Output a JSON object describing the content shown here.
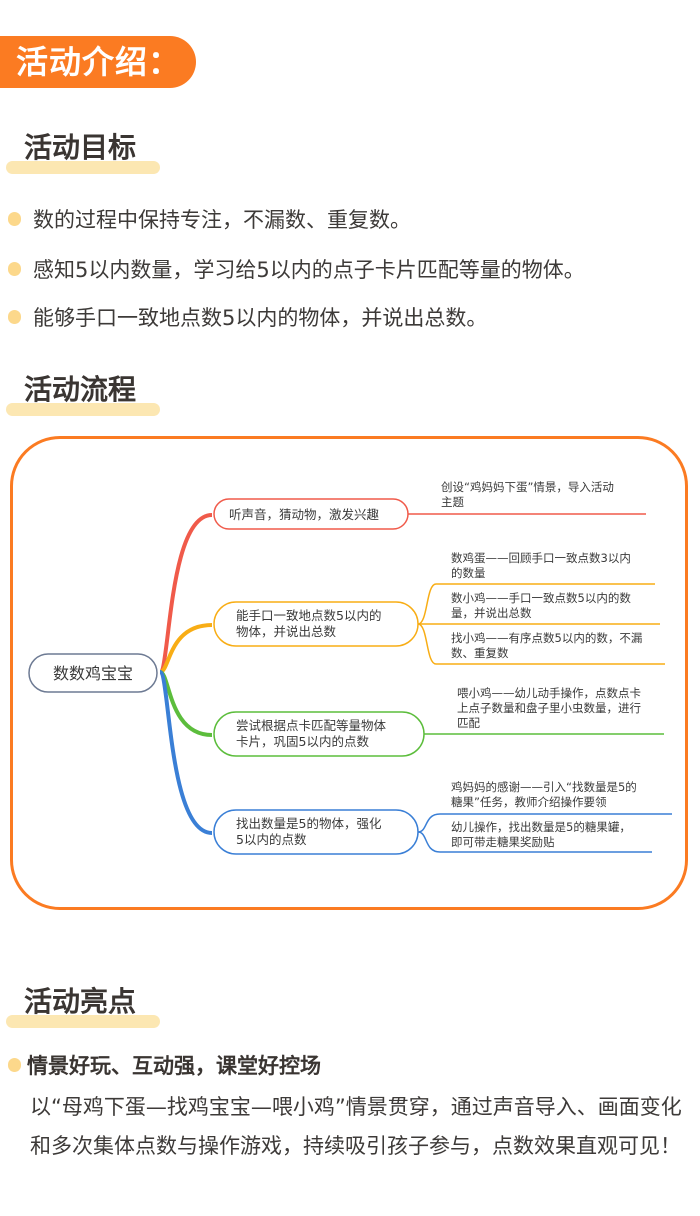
{
  "banner": {
    "title": "活动介绍："
  },
  "sections": {
    "goals": {
      "title": "活动目标",
      "items": [
        "数的过程中保持专注，不漏数、重复数。",
        "感知5以内数量，学习给5以内的点子卡片匹配等量的物体。",
        "能够手口一致地点数5以内的物体，并说出总数。"
      ]
    },
    "flow": {
      "title": "活动流程",
      "mindmap": {
        "root": "数数鸡宝宝",
        "branches": [
          {
            "color": "#f05a4a",
            "label_lines": [
              "听声音，猜动物，激发兴趣"
            ],
            "leaves": [
              {
                "lines": [
                  "创设“鸡妈妈下蛋”情景，导入活动",
                  "主题"
                ]
              }
            ]
          },
          {
            "color": "#f8ad15",
            "label_lines": [
              "能手口一致地点数5以内的",
              "物体，并说出总数"
            ],
            "leaves": [
              {
                "lines": [
                  "数鸡蛋——回顾手口一致点数3以内",
                  "的数量"
                ]
              },
              {
                "lines": [
                  "数小鸡——手口一致点数5以内的数",
                  "量，并说出总数"
                ]
              },
              {
                "lines": [
                  "找小鸡——有序点数5以内的数，不漏",
                  "数、重复数"
                ]
              }
            ]
          },
          {
            "color": "#5cbd3c",
            "label_lines": [
              "尝试根据点卡匹配等量物体",
              "卡片，巩固5以内的点数"
            ],
            "leaves": [
              {
                "lines": [
                  "喂小鸡——幼儿动手操作，点数点卡",
                  "上点子数量和盘子里小虫数量，进行",
                  "匹配"
                ]
              }
            ]
          },
          {
            "color": "#3a7fd6",
            "label_lines": [
              "找出数量是5的物体，强化",
              "5以内的点数"
            ],
            "leaves": [
              {
                "lines": [
                  "鸡妈妈的感谢——引入“找数量是5的",
                  "糖果”任务，教师介绍操作要领"
                ]
              },
              {
                "lines": [
                  "幼儿操作，找出数量是5的糖果罐，",
                  "即可带走糖果奖励贴"
                ]
              }
            ]
          }
        ]
      }
    },
    "highlights": {
      "title": "活动亮点",
      "item_title": "情景好玩、互动强，课堂好控场",
      "item_body": "以“母鸡下蛋—找鸡宝宝—喂小鸡”情景贯穿，通过声音导入、画面变化和多次集体点数与操作游戏，持续吸引孩子参与，点数效果直观可见！"
    }
  },
  "colors": {
    "accent": "#fb7b22",
    "highlight": "#fce7b2",
    "bullet": "#fcd88b",
    "root_border": "#6d7a93"
  }
}
